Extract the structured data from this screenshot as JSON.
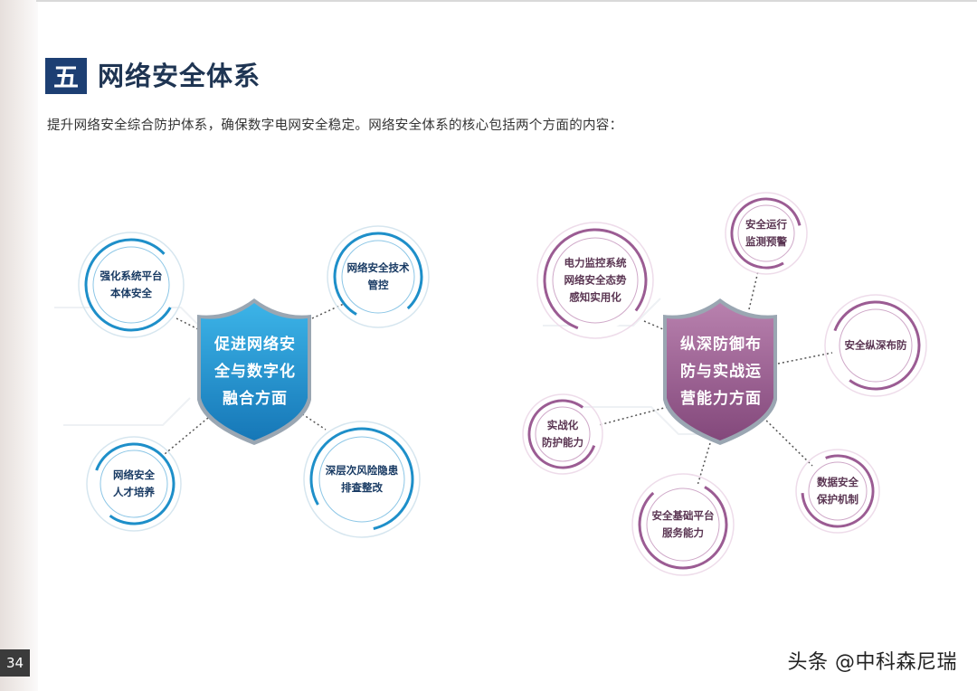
{
  "section": {
    "number": "五",
    "title": "网络安全体系"
  },
  "intro": "提升网络安全综合防护体系，确保数字电网安全稳定。网络安全体系的核心包括两个方面的内容：",
  "left": {
    "center": "促进网络安\n全与数字化\n融合方面",
    "nodes": [
      "强化系统平台\n本体安全",
      "网络安全技术\n管控",
      "网络安全\n人才培养",
      "深层次风险隐患\n排查整改"
    ]
  },
  "right": {
    "center": "纵深防御布\n防与实战运\n营能力方面",
    "nodes": [
      "安全运行\n监测预警",
      "电力监控系统\n网络安全态势\n感知实用化",
      "安全纵深布防",
      "实战化\n防护能力",
      "数据安全\n保护机制",
      "安全基础平台\n服务能力"
    ]
  },
  "page_number": "34",
  "watermark": "头条 @中科森尼瑞",
  "colors": {
    "navy": "#1d3f73",
    "blue": "#1e8fc9",
    "purple": "#9b5c93"
  }
}
